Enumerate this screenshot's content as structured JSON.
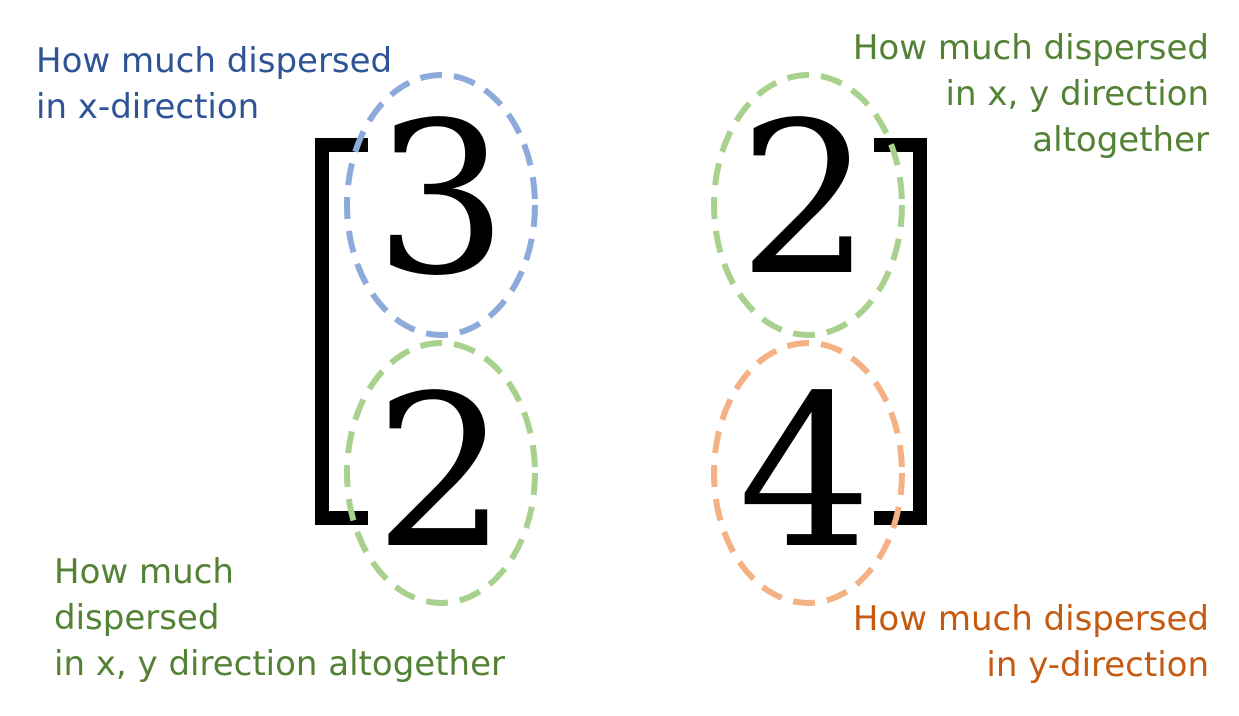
{
  "colors": {
    "blue_text": "#2f5496",
    "blue_circle": "#8eaadb",
    "green_text": "#548235",
    "green_circle": "#a9d18e",
    "orange_text": "#c55a11",
    "orange_circle": "#f4b183",
    "bracket": "#000000"
  },
  "matrix": {
    "a11": "3",
    "a12": "2",
    "a21": "2",
    "a22": "4"
  },
  "labels": {
    "top_left": "How much dispersed\nin x-direction",
    "top_right": "How much dispersed\nin x, y direction\naltogether",
    "bottom_left": "How much\ndispersed\nin x, y direction altogether",
    "bottom_right": "How much dispersed\nin y-direction"
  }
}
